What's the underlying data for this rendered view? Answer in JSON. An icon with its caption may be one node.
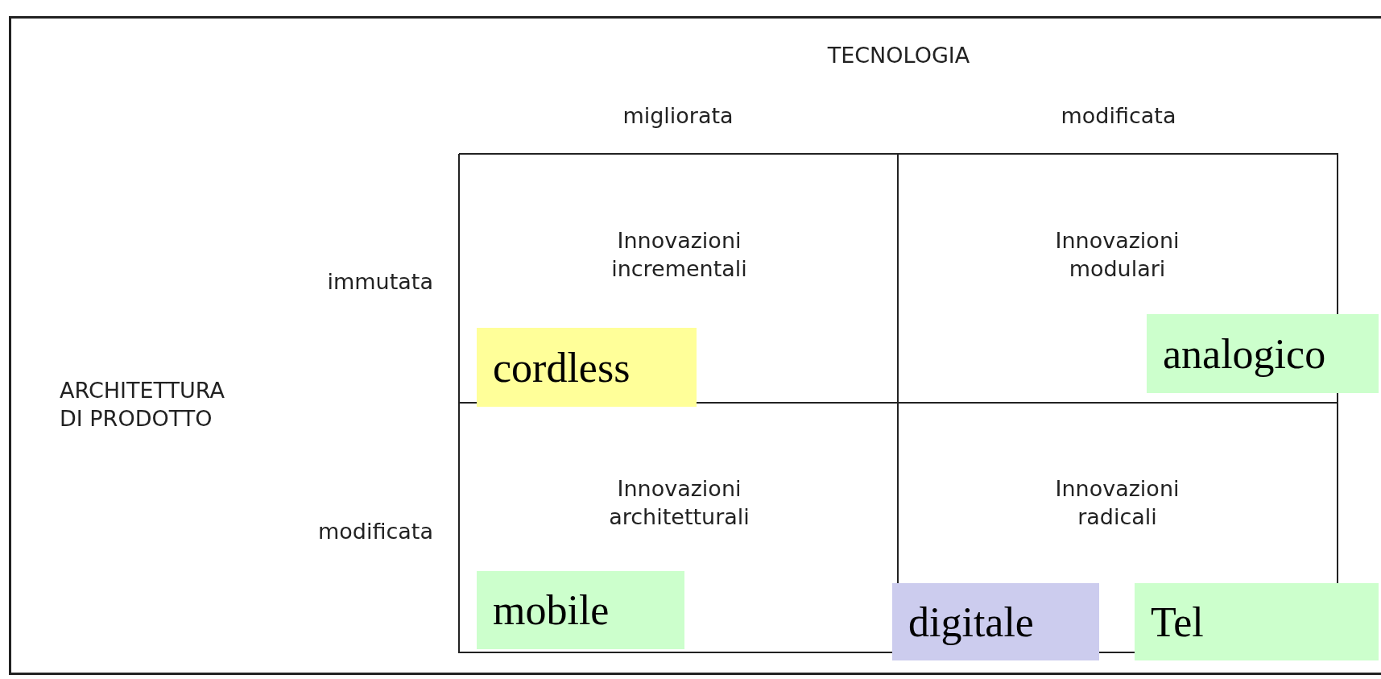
{
  "diagram": {
    "nodes": [
      {
        "text": [
          "Innovazioni incrementali"
        ]
      },
      {
        "text": [
          "Innovazioni modulari"
        ]
      },
      {
        "text": [
          "Innovazioni architetturali"
        ]
      },
      {
        "text": [
          "Innovazioni radicali"
        ]
      },
      {
        "text": [
          "cordless"
        ]
      },
      {
        "text": [
          "analogico"
        ]
      },
      {
        "text": [
          "mobile"
        ]
      },
      {
        "text": [
          "digitale"
        ]
      },
      {
        "text": [
          "Tel"
        ]
      }
    ],
    "labels": [
      "TECNOLOGIA",
      "migliorata",
      "modificata",
      "immutata",
      "ARCHITETTURA DI PRODOTTO",
      "modificata"
    ]
  }
}
